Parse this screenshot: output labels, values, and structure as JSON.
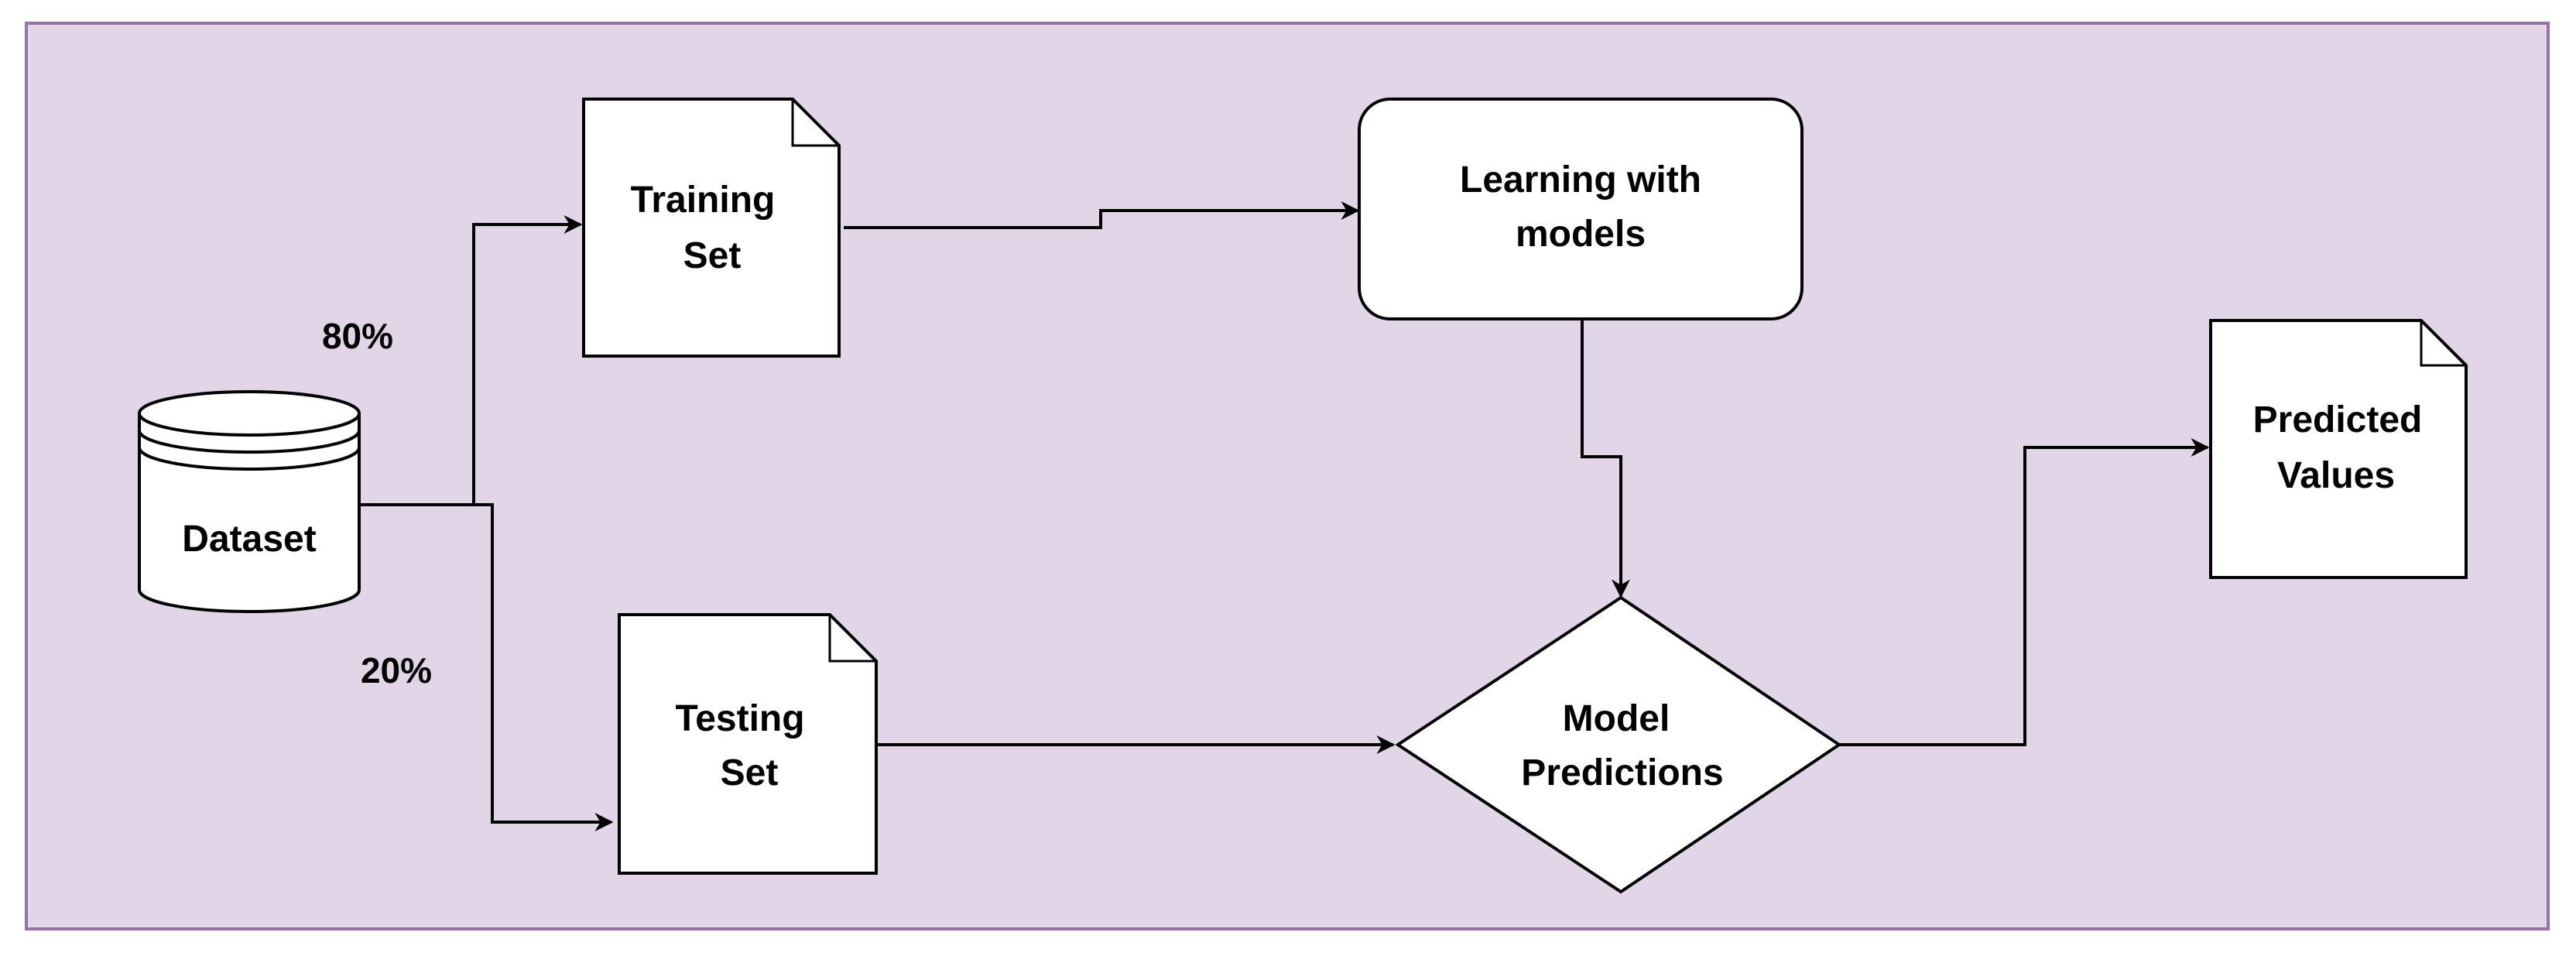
{
  "diagram": {
    "colors": {
      "background": "#E1D5E7",
      "border": "#9673A6",
      "node_fill": "#FFFFFF",
      "stroke": "#000000"
    },
    "nodes": {
      "dataset": {
        "label": "Dataset",
        "shape": "cylinder"
      },
      "training_set": {
        "label_lines": [
          "Training",
          "Set"
        ],
        "shape": "document"
      },
      "testing_set": {
        "label_lines": [
          "Testing",
          "Set"
        ],
        "shape": "document"
      },
      "learning": {
        "label_lines": [
          "Learning with",
          "models"
        ],
        "shape": "rounded-rectangle"
      },
      "model_predictions": {
        "label_lines": [
          "Model",
          "Predictions"
        ],
        "shape": "diamond"
      },
      "predicted_values": {
        "label_lines": [
          "Predicted",
          "Values"
        ],
        "shape": "document"
      }
    },
    "edge_labels": {
      "train_split": "80%",
      "test_split": "20%"
    },
    "edges": [
      {
        "from": "Dataset",
        "to": "Training Set",
        "label": "80%"
      },
      {
        "from": "Dataset",
        "to": "Testing Set",
        "label": "20%"
      },
      {
        "from": "Training Set",
        "to": "Learning with models"
      },
      {
        "from": "Learning with models",
        "to": "Model Predictions"
      },
      {
        "from": "Testing Set",
        "to": "Model Predictions"
      },
      {
        "from": "Model Predictions",
        "to": "Predicted Values"
      }
    ]
  }
}
